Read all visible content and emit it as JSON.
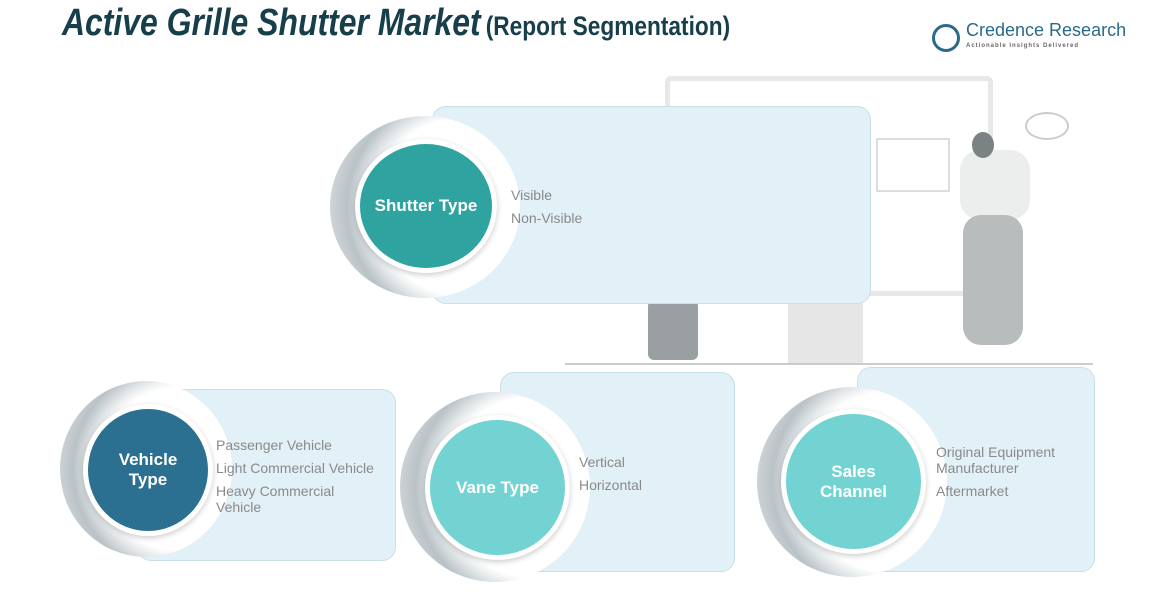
{
  "header": {
    "title": "Active Grille Shutter Market",
    "subtitle": "(Report Segmentation)"
  },
  "logo": {
    "name": "Credence Research",
    "tagline": "Actionable Insights Delivered"
  },
  "colors": {
    "title": "#173e4b",
    "shutter": "#2fa3a0",
    "vehicle": "#2b7090",
    "vane": "#72d3d2",
    "sales": "#72d3d2",
    "panel": "#e2f0f7"
  },
  "segments": [
    {
      "name": "Shutter Type",
      "items": [
        "Visible",
        "Non-Visible"
      ]
    },
    {
      "name": "Vehicle Type",
      "items": [
        "Passenger Vehicle",
        "Light Commercial Vehicle",
        "Heavy Commercial Vehicle"
      ]
    },
    {
      "name": "Vane Type",
      "items": [
        "Vertical",
        "Horizontal"
      ]
    },
    {
      "name": "Sales Channel",
      "items": [
        "Original Equipment Manufacturer",
        "Aftermarket"
      ]
    }
  ]
}
